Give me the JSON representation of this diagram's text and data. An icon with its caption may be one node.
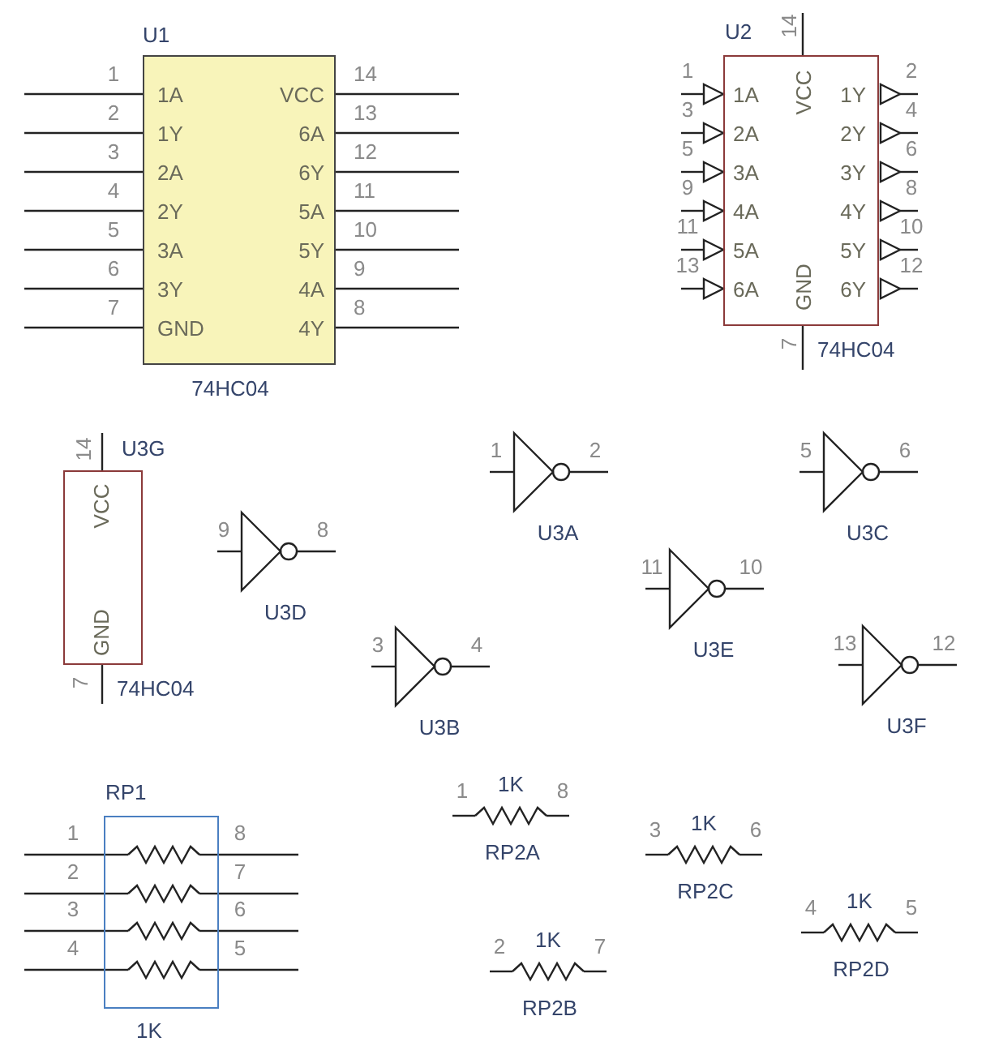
{
  "diagram": {
    "nodes": [
      {
        "text": [
          "1A",
          "VCC",
          "1Y",
          "6A",
          "2A",
          "6Y",
          "2Y",
          "5A",
          "3A",
          "5Y",
          "3Y",
          "4A",
          "GND",
          "4Y"
        ],
        "beside": [
          "U1",
          "74HC04"
        ]
      },
      {
        "text": [
          "VCC",
          "1A",
          "1Y",
          "2A",
          "2Y",
          "3A",
          "3Y",
          "4A",
          "4Y",
          "5A",
          "5Y",
          "6A",
          "6Y",
          "GND"
        ],
        "beside": [
          "U2",
          "74HC04"
        ]
      },
      {
        "text": [
          "VCC",
          "GND"
        ],
        "beside": [
          "U3G",
          "74HC04"
        ]
      },
      {
        "text": [],
        "shape": "box",
        "beside": [
          "RP1",
          "1K"
        ]
      }
    ],
    "edges": [],
    "labels": [
      "1",
      "14",
      "2",
      "13",
      "3",
      "12",
      "4",
      "11",
      "5",
      "10",
      "6",
      "9",
      "7",
      "8",
      "14",
      "1",
      "2",
      "3",
      "4",
      "5",
      "6",
      "9",
      "8",
      "11",
      "10",
      "13",
      "12",
      "7",
      "14",
      "7",
      "1",
      "2",
      "5",
      "6",
      "9",
      "8",
      "U3A",
      "U3C",
      "11",
      "10",
      "U3D",
      "3",
      "4",
      "U3E",
      "13",
      "12",
      "U3B",
      "U3F",
      "1",
      "8",
      "2",
      "7",
      "3",
      "6",
      "4",
      "5",
      "1",
      "1K",
      "8",
      "RP2A",
      "3",
      "1K",
      "6",
      "RP2C",
      "2",
      "1K",
      "7",
      "RP2B",
      "4",
      "1K",
      "5",
      "RP2D"
    ]
  }
}
